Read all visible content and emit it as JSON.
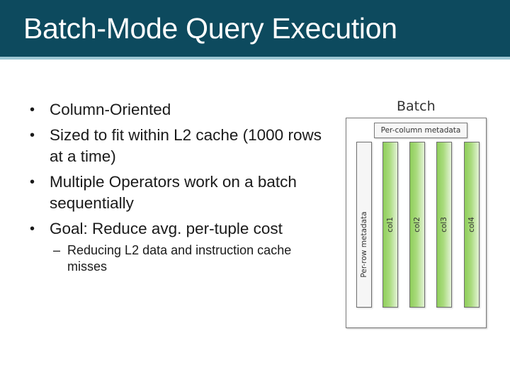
{
  "slide": {
    "title": "Batch-Mode Query Execution",
    "colors": {
      "header": "#0d4a5e",
      "accent_line": "#9cc6d3",
      "column_green": "#8fce5a"
    }
  },
  "bullets": [
    {
      "text": "Column-Oriented"
    },
    {
      "text": "Sized to fit within L2 cache (1000 rows at a time)"
    },
    {
      "text": "Multiple Operators work on a batch sequentially"
    },
    {
      "text": "Goal: Reduce avg. per-tuple cost"
    }
  ],
  "sub_bullets": [
    {
      "text": "Reducing L2 data and instruction cache misses"
    }
  ],
  "diagram": {
    "title": "Batch",
    "per_column_label": "Per-column metadata",
    "per_row_label": "Per-row metadata",
    "columns": [
      "col1",
      "col2",
      "col3",
      "col4"
    ]
  }
}
